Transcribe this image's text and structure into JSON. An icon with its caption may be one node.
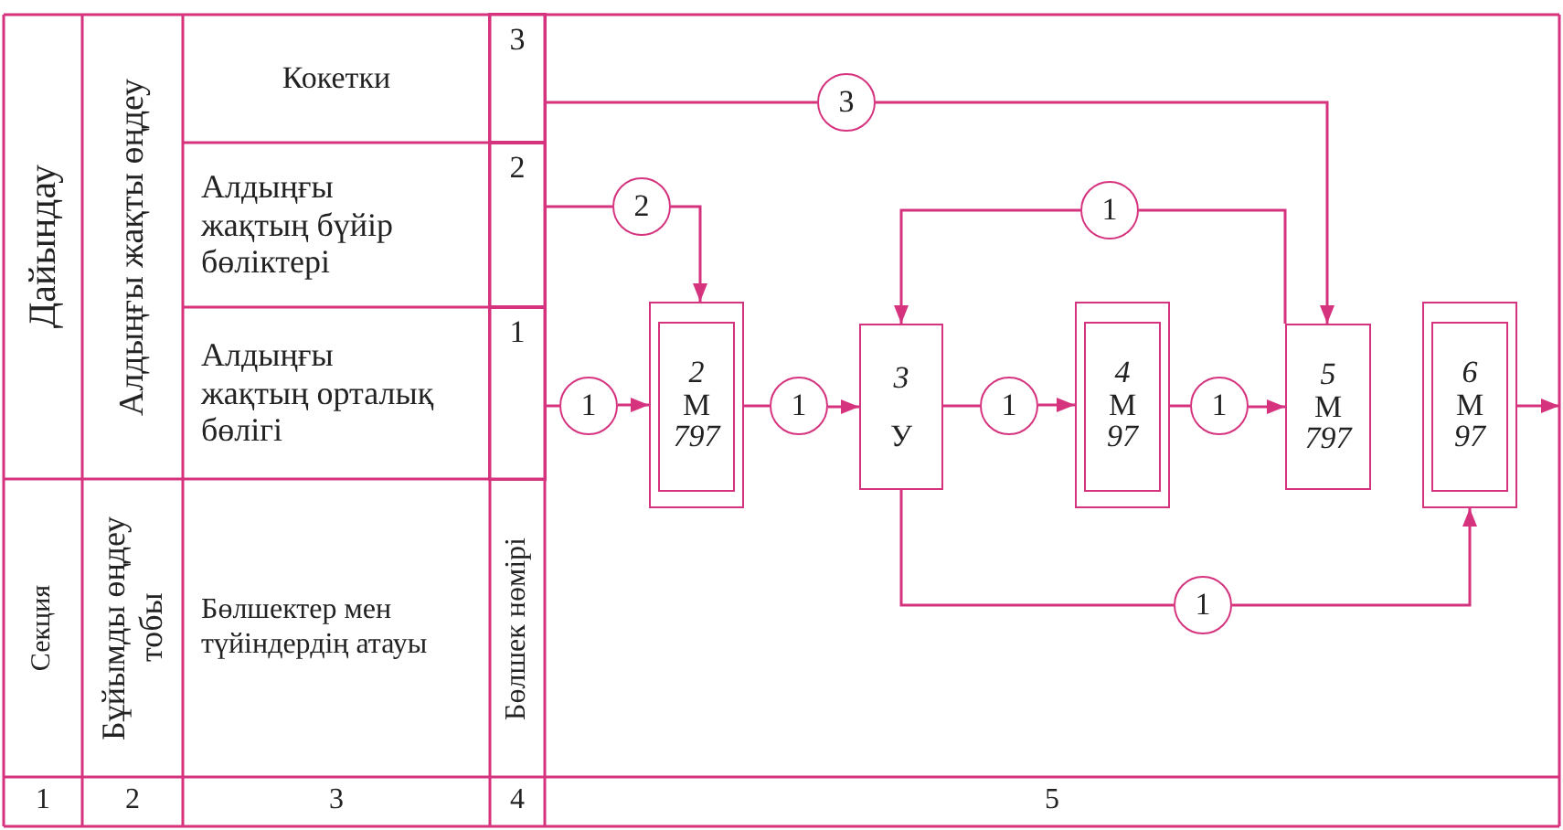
{
  "diagram": {
    "nodes": [
      {
        "text": [
          "3"
        ]
      },
      {
        "text": [
          "2"
        ]
      },
      {
        "text": [
          "1"
        ]
      },
      {
        "text": [
          "3"
        ]
      },
      {
        "text": [
          "2"
        ]
      },
      {
        "text": [
          "1"
        ]
      },
      {
        "text": [
          "1"
        ]
      },
      {
        "text": [
          "2",
          "М",
          "797"
        ]
      },
      {
        "text": [
          "1"
        ]
      },
      {
        "text": [
          "3",
          "У"
        ]
      },
      {
        "text": [
          "1"
        ]
      },
      {
        "text": [
          "4",
          "М",
          "97"
        ]
      },
      {
        "text": [
          "1"
        ]
      },
      {
        "text": [
          "5",
          "М",
          "797"
        ]
      },
      {
        "text": [
          "6",
          "М",
          "97"
        ]
      },
      {
        "text": [
          "1"
        ]
      }
    ],
    "edges": [
      {
        "from": 0,
        "to": 3,
        "arrow": "none"
      },
      {
        "from": 3,
        "to": 13,
        "arrow": "to"
      },
      {
        "from": 1,
        "to": 4,
        "arrow": "none"
      },
      {
        "from": 4,
        "to": 7,
        "arrow": "to"
      },
      {
        "from": 13,
        "to": 5,
        "arrow": "none"
      },
      {
        "from": 5,
        "to": 9,
        "arrow": "to"
      },
      {
        "from": 2,
        "to": 6,
        "arrow": "none"
      },
      {
        "from": 6,
        "to": 7,
        "arrow": "to"
      },
      {
        "from": 7,
        "to": 8,
        "arrow": "none"
      },
      {
        "from": 8,
        "to": 9,
        "arrow": "to"
      },
      {
        "from": 9,
        "to": 10,
        "arrow": "none"
      },
      {
        "from": 10,
        "to": 11,
        "arrow": "to"
      },
      {
        "from": 11,
        "to": 12,
        "arrow": "none"
      },
      {
        "from": 12,
        "to": 13,
        "arrow": "to"
      },
      {
        "from": 9,
        "to": 15,
        "arrow": "none"
      },
      {
        "from": 15,
        "to": 14,
        "arrow": "to"
      },
      {
        "from": 14,
        "to": null,
        "arrow": "to"
      }
    ],
    "labels": [
      "Дайындау",
      "Алдыңғы жақты өңдеу",
      "Кокетки",
      "Алдыңғы жақтың бүйір бөліктері",
      "Алдыңғы жақтың орталық бөлігі",
      "Секция",
      "Бұйымды өңдеу тобы",
      "Бөлшектер мен түйіндердің атауы",
      "Бөлшек нөмірі",
      "1",
      "2",
      "3",
      "4",
      "5"
    ]
  }
}
